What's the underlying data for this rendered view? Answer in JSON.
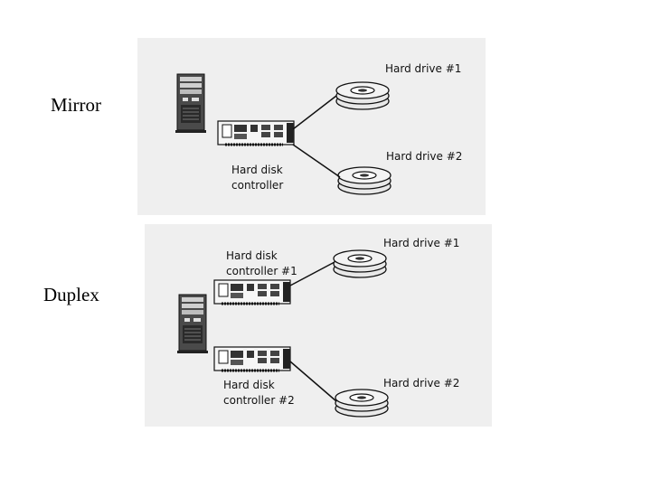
{
  "labels": {
    "mirror": "Mirror",
    "duplex": "Duplex"
  },
  "mirror": {
    "drive1": "Hard drive #1",
    "drive2": "Hard drive #2",
    "controller_line1": "Hard disk",
    "controller_line2": "controller"
  },
  "duplex": {
    "drive1": "Hard drive #1",
    "drive2": "Hard drive #2",
    "controller1_line1": "Hard disk",
    "controller1_line2": "controller #1",
    "controller2_line1": "Hard disk",
    "controller2_line2": "controller #2"
  }
}
